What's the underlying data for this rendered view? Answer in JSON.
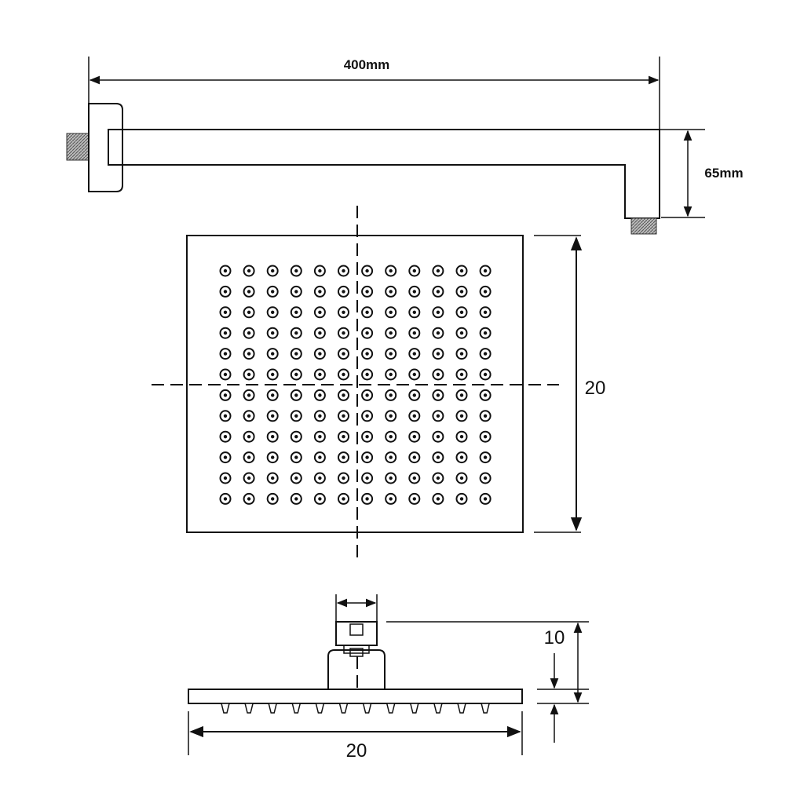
{
  "dimensions": {
    "arm_length": "400mm",
    "drop_height": "65mm",
    "head_height": "20",
    "head_width": "20",
    "side_height": "10"
  },
  "nozzle_grid": {
    "rows": 12,
    "cols": 12
  },
  "side_nozzles": 12
}
